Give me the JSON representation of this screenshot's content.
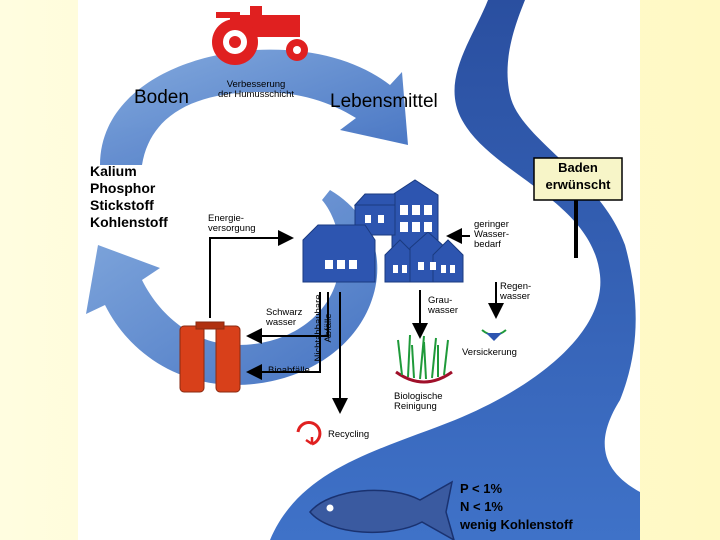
{
  "labels": {
    "boden": "Boden",
    "verbesserung": "Verbesserung\nder Humusschicht",
    "lebensmittel": "Lebensmittel",
    "kalium": "Kalium",
    "phosphor": "Phosphor",
    "stickstoff": "Stickstoff",
    "kohlenstoff": "Kohlenstoff",
    "energie": "Energie-\nversorgung",
    "wasserbedarf": "geringer\nWasser-\nbedarf",
    "regenwasser": "Regen-\nwasser",
    "grauwasser": "Grau-\nwasser",
    "schwarzwasser": "Schwarz\nwasser",
    "bioabfaelle": "Bioabfälle",
    "nichtabbaubare": "Nichtabbaubare\nAbfälle",
    "versickerung": "Versickerung",
    "biologische": "Biologische\nReinigung",
    "recycling": "Recycling"
  },
  "sign": {
    "line1": "Baden",
    "line2": "erwünscht"
  },
  "water_quality": {
    "p": "P < 1%",
    "n": "N < 1%",
    "c": "wenig Kohlenstoff"
  },
  "colors": {
    "river": "#3a64b8",
    "cycle_arrow": "#5a8ad0",
    "house": "#2d55b0",
    "tractor": "#e02020",
    "tank": "#d8401a",
    "fish": "#3a5aa0",
    "reeds": "#1f9a3a"
  },
  "icons": [
    "tractor-icon",
    "houses-icon",
    "tanks-icon",
    "reeds-icon",
    "fish-icon",
    "recycling-icon",
    "sign-icon"
  ]
}
